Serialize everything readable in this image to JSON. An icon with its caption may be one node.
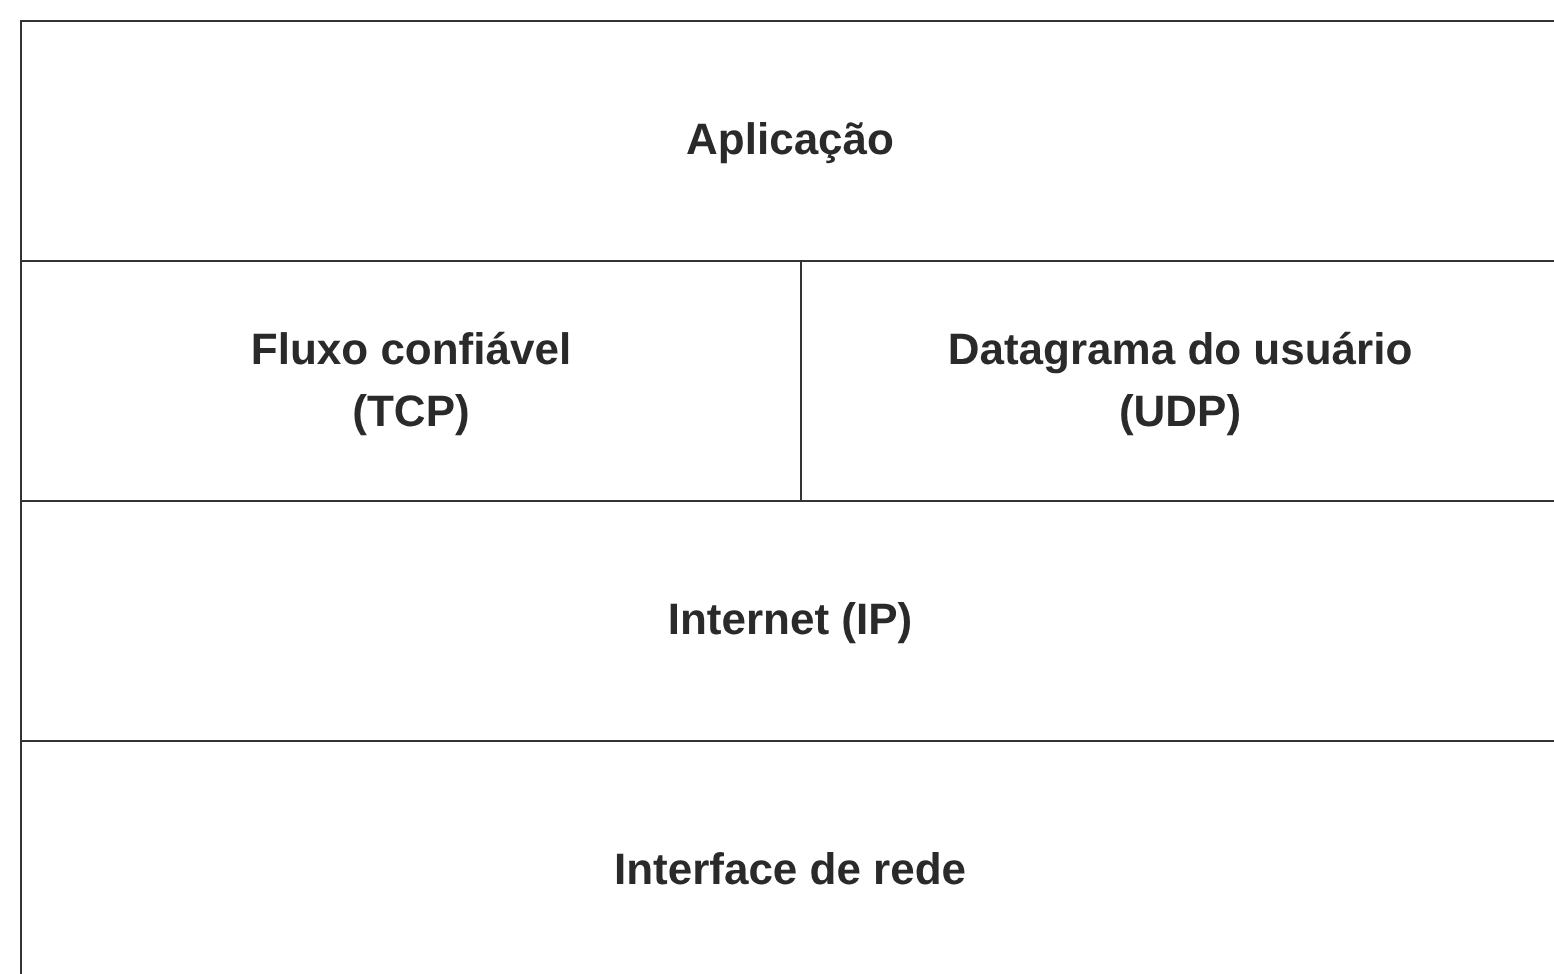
{
  "diagram": {
    "nodes": [
      {
        "text": [
          "Aplicação"
        ]
      },
      {
        "text": [
          "Fluxo confiável (TCP)"
        ]
      },
      {
        "text": [
          "Datagrama do usuário (UDP)"
        ]
      },
      {
        "text": [
          "Internet (IP)"
        ]
      },
      {
        "text": [
          "Interface de rede"
        ]
      }
    ]
  }
}
